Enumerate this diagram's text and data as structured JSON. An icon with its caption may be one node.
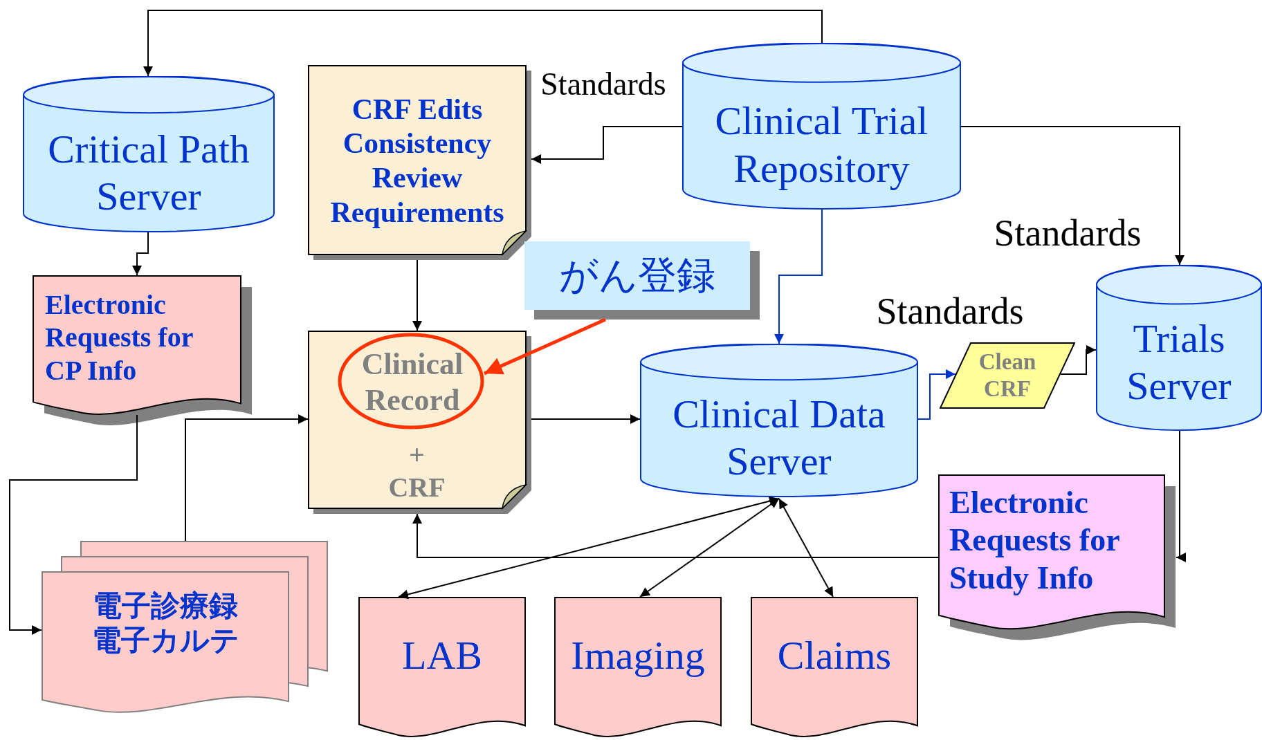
{
  "diagram": {
    "nodes": [
      {
        "text": [
          "Critical Path Server"
        ]
      },
      {
        "text": [
          "CRF Edits Consistency Review Requirements"
        ]
      },
      {
        "text": [
          "Clinical Trial Repository"
        ]
      },
      {
        "text": [
          "Electronic Requests for CP Info"
        ]
      },
      {
        "text": [
          "がん登録"
        ]
      },
      {
        "text": [
          "+ CRF"
        ]
      },
      {
        "text": [
          "Clinical Record"
        ],
        "in": 5
      },
      {
        "text": [
          "Clinical Data Server"
        ]
      },
      {
        "text": [
          "Clean CRF"
        ]
      },
      {
        "text": [
          "Trials Server"
        ]
      },
      {
        "text": [
          "電子診療録電子カルテ"
        ]
      },
      {
        "text": [
          "Electronic Requests for Study Info"
        ]
      },
      {
        "text": [
          "LAB"
        ]
      },
      {
        "text": [
          "Imaging"
        ]
      },
      {
        "text": [
          "Claims"
        ]
      }
    ],
    "edges": [
      {
        "from": 2,
        "to": 0,
        "arrow": "to"
      },
      {
        "from": 2,
        "to": 1,
        "arrow": "to"
      },
      {
        "from": 2,
        "to": 9,
        "arrow": "to"
      },
      {
        "from": 2,
        "to": 7,
        "arrow": "to",
        "color": "#0033cc"
      },
      {
        "from": 0,
        "to": 3,
        "arrow": "to"
      },
      {
        "from": 1,
        "to": 5,
        "arrow": "to"
      },
      {
        "from": 3,
        "to": 10,
        "arrow": "to"
      },
      {
        "from": 10,
        "to": 5,
        "arrow": "to"
      },
      {
        "from": 5,
        "to": 7,
        "arrow": "to"
      },
      {
        "from": 7,
        "to": 8,
        "arrow": "to",
        "color": "#0033cc"
      },
      {
        "from": 8,
        "to": 9,
        "arrow": "to"
      },
      {
        "from": 9,
        "to": 11,
        "arrow": "to"
      },
      {
        "from": 11,
        "to": 5,
        "arrow": "to"
      },
      {
        "from": 7,
        "to": 12,
        "arrow": "both"
      },
      {
        "from": 7,
        "to": 13,
        "arrow": "both"
      },
      {
        "from": 7,
        "to": 14,
        "arrow": "both"
      },
      {
        "from": 4,
        "to": 6,
        "arrow": "to",
        "style": "thick",
        "color": "#ff3300"
      }
    ],
    "labels": [
      "Standards",
      "Standards",
      "Standards"
    ]
  }
}
